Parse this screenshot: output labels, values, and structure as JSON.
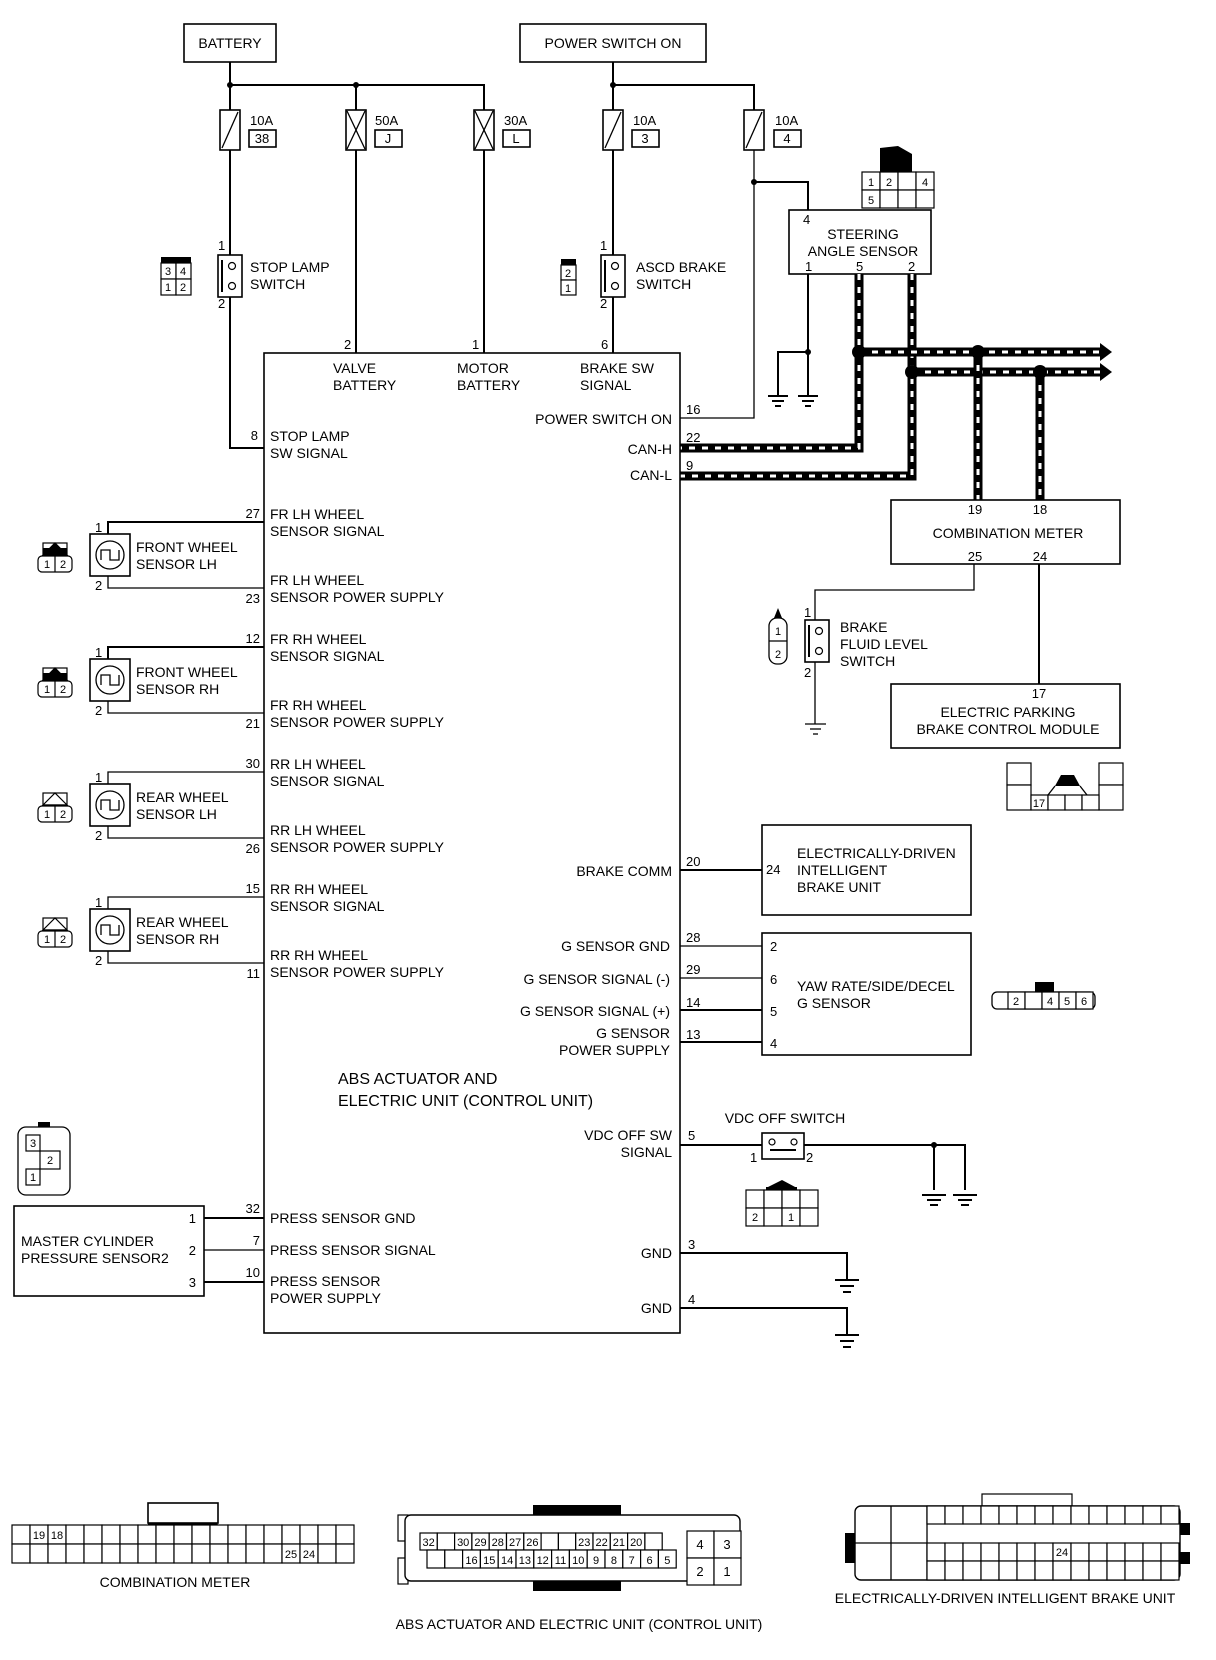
{
  "title_block": {
    "unit_name_line1": "ABS ACTUATOR AND",
    "unit_name_line2": "ELECTRIC UNIT (CONTROL UNIT)"
  },
  "power_sources": {
    "battery": "BATTERY",
    "power_switch_on": "POWER SWITCH ON"
  },
  "fuses": [
    {
      "rating": "10A",
      "id": "38"
    },
    {
      "rating": "50A",
      "id": "J"
    },
    {
      "rating": "30A",
      "id": "L"
    },
    {
      "rating": "10A",
      "id": "3"
    },
    {
      "rating": "10A",
      "id": "4"
    }
  ],
  "stop_lamp_switch": {
    "line1": "STOP LAMP",
    "line2": "SWITCH",
    "pin_top": "1",
    "pin_bottom": "2",
    "connector_pins": [
      "3",
      "4",
      "1",
      "2"
    ]
  },
  "ascd_brake_switch": {
    "line1": "ASCD BRAKE",
    "line2": "SWITCH",
    "pin_top": "1",
    "pin_bottom": "2",
    "connector_pins": [
      "2",
      "1"
    ]
  },
  "steering_angle_sensor": {
    "line1": "STEERING",
    "line2": "ANGLE SENSOR",
    "pin_power": "4",
    "pin_gnd": "1",
    "pin_can_h": "5",
    "pin_can_l": "2",
    "connector_pins": [
      "1",
      "2",
      "4",
      "5"
    ]
  },
  "abs_unit": {
    "top_pins": [
      {
        "pin": "2",
        "label1": "VALVE",
        "label2": "BATTERY"
      },
      {
        "pin": "1",
        "label1": "MOTOR",
        "label2": "BATTERY"
      },
      {
        "pin": "6",
        "label1": "BRAKE SW",
        "label2": "SIGNAL"
      }
    ],
    "left_pins": [
      {
        "pin": "8",
        "label1": "STOP LAMP",
        "label2": "SW SIGNAL"
      },
      {
        "pin": "27",
        "label1": "FR LH WHEEL",
        "label2": "SENSOR SIGNAL"
      },
      {
        "pin": "23",
        "label1": "FR LH WHEEL",
        "label2": "SENSOR POWER SUPPLY"
      },
      {
        "pin": "12",
        "label1": "FR RH WHEEL",
        "label2": "SENSOR SIGNAL"
      },
      {
        "pin": "21",
        "label1": "FR RH WHEEL",
        "label2": "SENSOR POWER SUPPLY"
      },
      {
        "pin": "30",
        "label1": "RR LH WHEEL",
        "label2": "SENSOR SIGNAL"
      },
      {
        "pin": "26",
        "label1": "RR LH WHEEL",
        "label2": "SENSOR POWER SUPPLY"
      },
      {
        "pin": "15",
        "label1": "RR RH WHEEL",
        "label2": "SENSOR SIGNAL"
      },
      {
        "pin": "11",
        "label1": "RR RH WHEEL",
        "label2": "SENSOR POWER SUPPLY"
      },
      {
        "pin": "32",
        "label1": "PRESS SENSOR GND",
        "label2": ""
      },
      {
        "pin": "7",
        "label1": "PRESS SENSOR SIGNAL",
        "label2": ""
      },
      {
        "pin": "10",
        "label1": "PRESS SENSOR",
        "label2": "POWER SUPPLY"
      }
    ],
    "right_pins": [
      {
        "pin": "16",
        "label1": "POWER SWITCH ON",
        "label2": ""
      },
      {
        "pin": "22",
        "label1": "CAN-H",
        "label2": ""
      },
      {
        "pin": "9",
        "label1": "CAN-L",
        "label2": ""
      },
      {
        "pin": "20",
        "label1": "BRAKE COMM",
        "label2": ""
      },
      {
        "pin": "28",
        "label1": "G SENSOR GND",
        "label2": ""
      },
      {
        "pin": "29",
        "label1": "G SENSOR SIGNAL (-)",
        "label2": ""
      },
      {
        "pin": "14",
        "label1": "G SENSOR SIGNAL (+)",
        "label2": ""
      },
      {
        "pin": "13",
        "label1": "G SENSOR",
        "label2": "POWER SUPPLY"
      },
      {
        "pin": "5",
        "label1": "VDC OFF SW",
        "label2": "SIGNAL"
      },
      {
        "pin": "3",
        "label1": "GND",
        "label2": ""
      },
      {
        "pin": "4",
        "label1": "GND",
        "label2": ""
      }
    ]
  },
  "wheel_sensors": [
    {
      "line1": "FRONT WHEEL",
      "line2": "SENSOR LH",
      "pin1": "1",
      "pin2": "2",
      "conn": [
        "1",
        "2"
      ]
    },
    {
      "line1": "FRONT WHEEL",
      "line2": "SENSOR RH",
      "pin1": "1",
      "pin2": "2",
      "conn": [
        "1",
        "2"
      ]
    },
    {
      "line1": "REAR WHEEL",
      "line2": "SENSOR LH",
      "pin1": "1",
      "pin2": "2",
      "conn": [
        "1",
        "2"
      ]
    },
    {
      "line1": "REAR WHEEL",
      "line2": "SENSOR RH",
      "pin1": "1",
      "pin2": "2",
      "conn": [
        "1",
        "2"
      ]
    }
  ],
  "combination_meter": {
    "name": "COMBINATION METER",
    "pin_can_h": "19",
    "pin_can_l": "18",
    "pin_fluid": "25",
    "pin_epb": "24"
  },
  "brake_fluid_level_switch": {
    "line1": "BRAKE",
    "line2": "FLUID LEVEL",
    "line3": "SWITCH",
    "pin1": "1",
    "pin2": "2",
    "conn": [
      "1",
      "2"
    ]
  },
  "epb_module": {
    "line1": "ELECTRIC PARKING",
    "line2": "BRAKE CONTROL MODULE",
    "pin": "17",
    "conn_pin": "17"
  },
  "intelligent_brake_unit": {
    "line1": "ELECTRICALLY-DRIVEN",
    "line2": "INTELLIGENT",
    "line3": "BRAKE UNIT",
    "pin": "24"
  },
  "g_sensor": {
    "line1": "YAW RATE/SIDE/DECEL",
    "line2": "G SENSOR",
    "pins": [
      "2",
      "6",
      "5",
      "4"
    ],
    "conn": [
      "2",
      "4",
      "5",
      "6"
    ]
  },
  "vdc_off_switch": {
    "name": "VDC OFF SWITCH",
    "pin1": "1",
    "pin2": "2",
    "conn": [
      "2",
      "1"
    ]
  },
  "master_cylinder_sensor": {
    "line1": "MASTER CYLINDER",
    "line2": "PRESSURE SENSOR2",
    "pins": [
      "1",
      "2",
      "3"
    ],
    "conn": [
      "3",
      "2",
      "1"
    ]
  },
  "bottom_connectors": {
    "combination_meter": {
      "caption": "COMBINATION METER",
      "top_row": [
        "",
        "19",
        "18"
      ],
      "bottom_pins": [
        "25",
        "24"
      ]
    },
    "abs_unit": {
      "caption": "ABS ACTUATOR AND ELECTRIC UNIT (CONTROL UNIT)",
      "top_row": [
        "32",
        "",
        "30",
        "29",
        "28",
        "27",
        "26",
        "",
        "",
        "23",
        "22",
        "21",
        "20",
        ""
      ],
      "bottom_row": [
        "",
        "",
        "16",
        "15",
        "14",
        "13",
        "12",
        "11",
        "10",
        "9",
        "8",
        "7",
        "6",
        "5"
      ],
      "power_block": [
        "4",
        "3",
        "2",
        "1"
      ]
    },
    "brake_unit": {
      "caption": "ELECTRICALLY-DRIVEN INTELLIGENT BRAKE UNIT",
      "labeled_pin": "24"
    }
  }
}
